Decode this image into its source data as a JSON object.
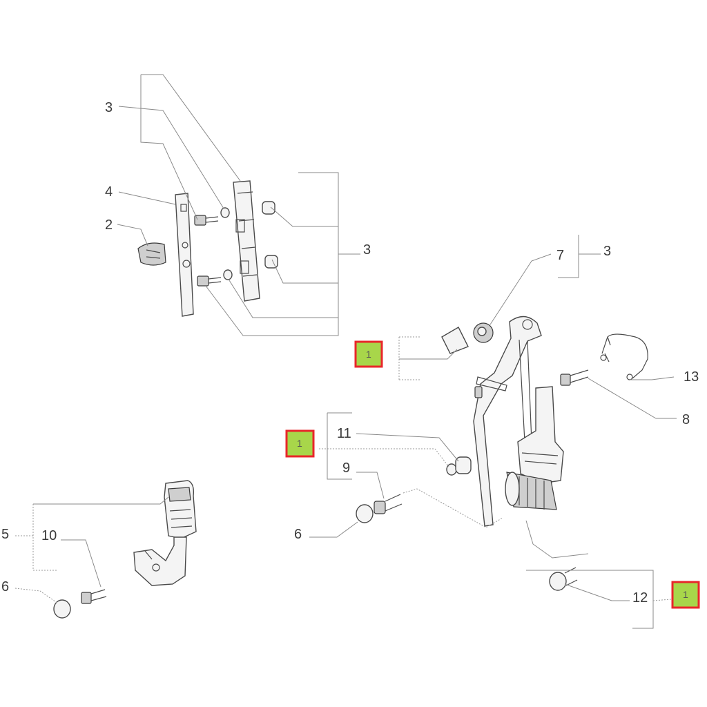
{
  "diagram": {
    "labels": {
      "top_3": "3",
      "label_4": "4",
      "label_2": "2",
      "right_3": "3",
      "label_7": "7",
      "label_7_3": "3",
      "label_13": "13",
      "label_8": "8",
      "label_11": "11",
      "label_9": "9",
      "label_6_mid": "6",
      "label_5": "5",
      "label_10": "10",
      "label_6_left": "6",
      "label_12": "12"
    },
    "references": [
      {
        "id": "ref-a",
        "text": "1"
      },
      {
        "id": "ref-b",
        "text": "1"
      },
      {
        "id": "ref-c",
        "text": "1"
      }
    ],
    "colors": {
      "reference_fill": "#a8d64a",
      "reference_border": "#e8262a",
      "leader_line": "#8a8a8a",
      "part_outline": "#4a4a4a"
    }
  }
}
